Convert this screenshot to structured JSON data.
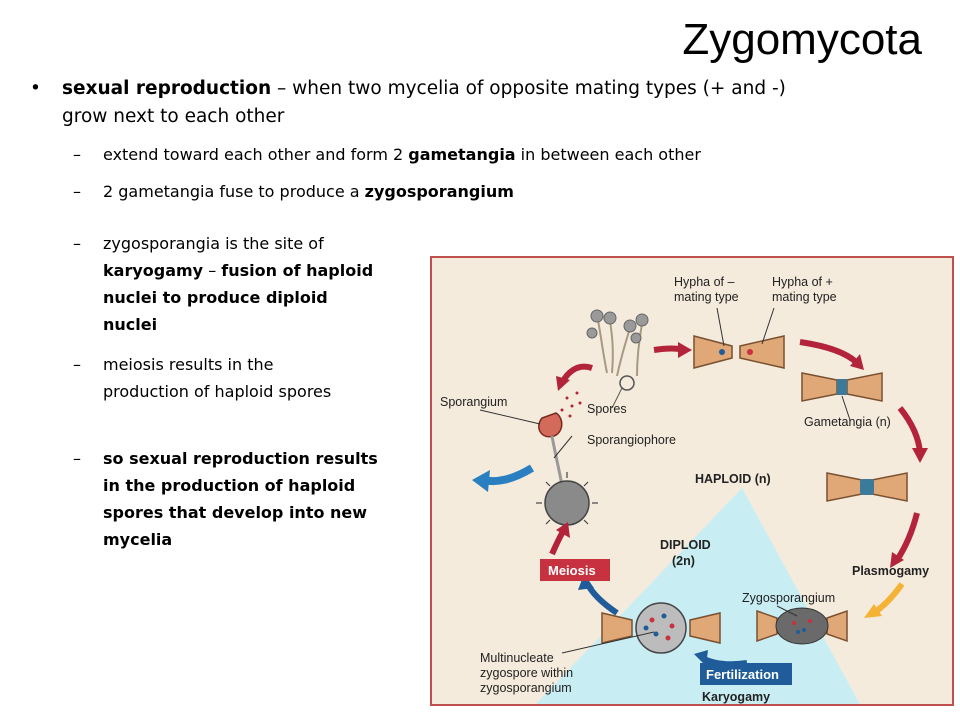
{
  "slide": {
    "title": "Zygomycota",
    "main_bullet": {
      "symbol": "•",
      "bold": "sexual reproduction",
      "text": " – when two mycelia of opposite mating types (+ and -) grow next to each other"
    },
    "sub_a": {
      "symbol": "–",
      "pre": "extend toward each other and form 2 ",
      "bold": "gametangia",
      "post": " in between each other"
    },
    "sub_b": {
      "symbol": "–",
      "pre": "2 gametangia fuse to produce a ",
      "bold": "zygosporangium"
    },
    "sub_c": {
      "symbol": "–",
      "pre": "zygosporangia is the site of ",
      "bold": "karyogamy",
      "mid": " – ",
      "bold2": "fusion of haploid nuclei to produce diploid nuclei"
    },
    "sub_d": {
      "symbol": "–",
      "text": "meiosis results in the production of haploid spores"
    },
    "sub_e": {
      "symbol": "–",
      "bold": "so sexual reproduction results in the production of haploid spores that develop into new mycelia"
    }
  },
  "diagram": {
    "labels": {
      "hypha_minus_1": "Hypha of –",
      "hypha_minus_2": "mating type",
      "hypha_plus_1": "Hypha of +",
      "hypha_plus_2": "mating type",
      "sporangium": "Sporangium",
      "spores": "Spores",
      "sporangiophore": "Sporangiophore",
      "gametangia": "Gametangia (n)",
      "haploid": "HAPLOID (n)",
      "diploid_1": "DIPLOID",
      "diploid_2": "(2n)",
      "meiosis": "Meiosis",
      "plasmogamy": "Plasmogamy",
      "zygosporangium": "Zygosporangium",
      "multinucleate_1": "Multinucleate",
      "multinucleate_2": "zygospore within",
      "multinucleate_3": "zygosporangium",
      "fertilization": "Fertilization",
      "karyogamy": "Karyogamy"
    },
    "colors": {
      "frame_border": "#c0504d",
      "haploid_bg": "#f4ebdd",
      "diploid_bg": "#c8eef4",
      "haploid_arrow": "#b3233a",
      "diploid_arrow": "#1f5c99",
      "transition_arrow": "#f5b335",
      "meiosis_box": "#c8313f",
      "fertilization_box": "#1f5c99",
      "gametangia_fill": "#e0a877"
    }
  }
}
